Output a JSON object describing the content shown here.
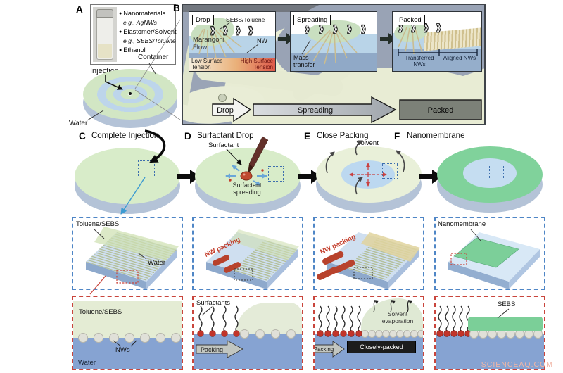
{
  "watermark": "SCIENCEAQ.COM",
  "icons": {
    "chevron": "》"
  },
  "colors": {
    "film_green": "#dcead2",
    "water_blue": "#86a3d2",
    "membrane_green": "#7bcf98",
    "nw_red": "#b8422c",
    "surfactant_red": "#c2342a",
    "tension_gradient_left": "#f4eedd",
    "tension_gradient_right": "#dd5a4b"
  },
  "panelA": {
    "label": "A",
    "legend": {
      "item1": "Nanomaterials",
      "item1_eg": "e.g., AgNWs",
      "item2": "Elastomer/Solvent",
      "item2_eg": "e.g., SEBS/Toluene",
      "item3": "Ethanol"
    },
    "injection": "Injection",
    "container": "Container",
    "water": "Water"
  },
  "panelB": {
    "label": "B",
    "drop_inset": {
      "title": "Drop",
      "film": "SEBS/Toluene",
      "flow": "Marangoni Flow",
      "nw": "NW",
      "tension_low": "Low Surface Tension",
      "tension_high": "High Surface Tension"
    },
    "spreading_inset": {
      "title": "Spreading",
      "mass": "Mass transfer"
    },
    "packed_inset": {
      "title": "Packed",
      "transferred": "Transferred NWs",
      "aligned": "Aligned NWs"
    },
    "banner": {
      "drop": "Drop",
      "spreading": "Spreading",
      "packed": "Packed"
    }
  },
  "steps": {
    "c": {
      "letter": "C",
      "title": "Complete Injection"
    },
    "d": {
      "letter": "D",
      "title": "Surfactant Drop",
      "surfactant": "Surfactant",
      "spreading": "Surfactant spreading"
    },
    "e": {
      "letter": "E",
      "title": "Close Packing",
      "evaporation": "Solvent evaporation"
    },
    "f": {
      "letter": "F",
      "title": "Nanomembrane"
    }
  },
  "row2": {
    "c": {
      "film": "Toluene/SEBS",
      "water": "Water"
    },
    "d": {
      "packing": "NW packing"
    },
    "e": {
      "packing": "NW packing"
    },
    "f": {
      "membrane": "Nanomembrane"
    }
  },
  "row3": {
    "c": {
      "film": "Toluene/SEBS",
      "nws": "NWs",
      "water": "Water"
    },
    "d": {
      "surfactants": "Surfactants",
      "packing": "Packing"
    },
    "e": {
      "evaporation": "Solvent evaporation",
      "packing": "Packing",
      "packed_badge": "Closely-packed"
    },
    "f": {
      "sebs": "SEBS"
    }
  }
}
